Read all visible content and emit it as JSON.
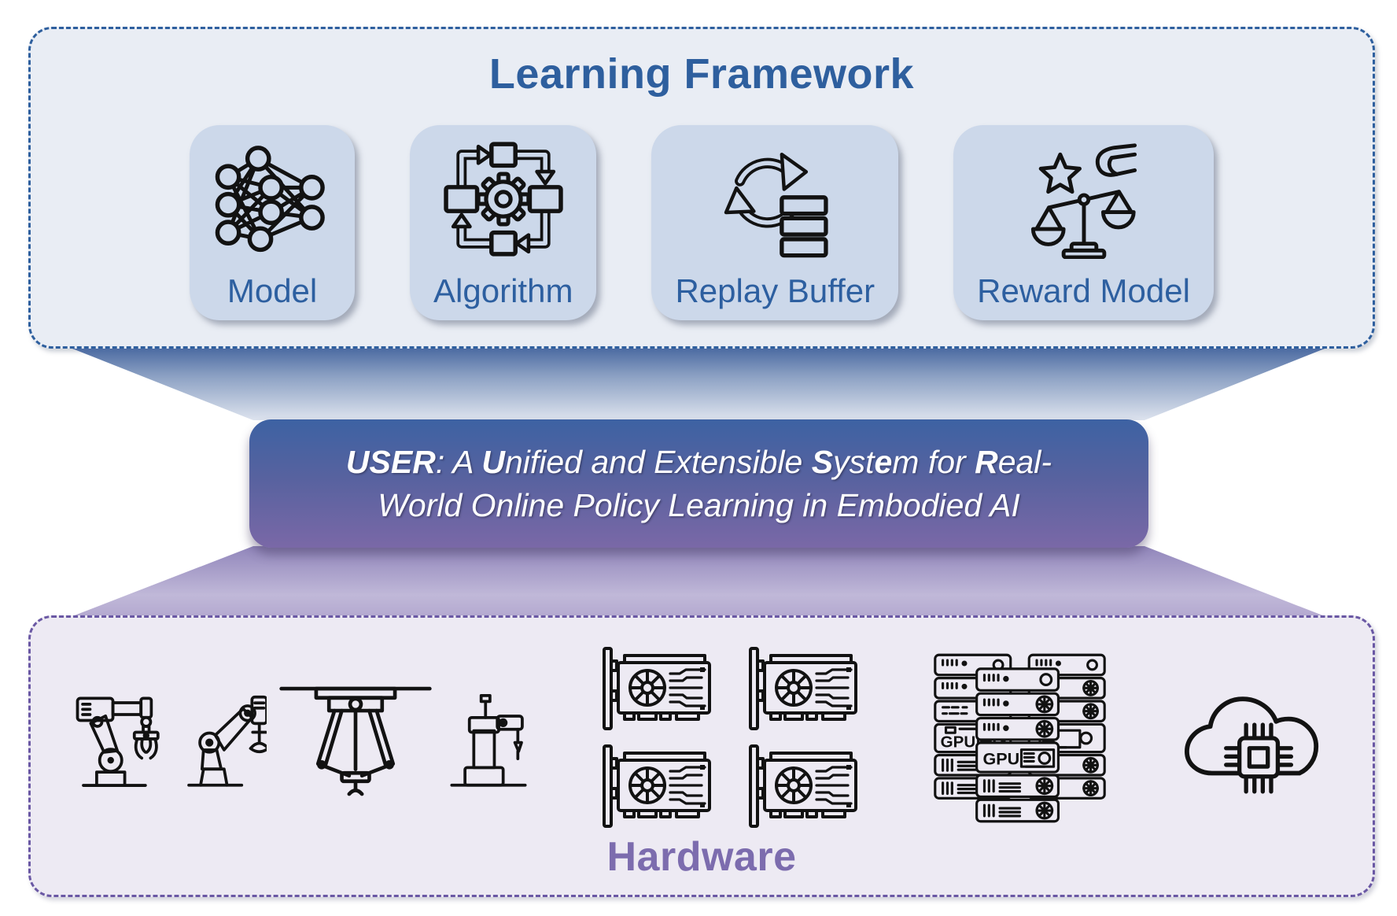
{
  "framework": {
    "title": "Learning Framework",
    "cards": [
      {
        "label": "Model",
        "icon": "neural-network-icon"
      },
      {
        "label": "Algorithm",
        "icon": "process-cycle-gear-icon"
      },
      {
        "label": "Replay Buffer",
        "icon": "cycle-arrows-database-icon"
      },
      {
        "label": "Reward Model",
        "icon": "hand-star-balance-icon"
      }
    ]
  },
  "banner": {
    "full_text": "USER: A Unified and Extensible System for Real-World Online Policy Learning in Embodied AI",
    "line1_segments": [
      {
        "t": "USER",
        "b": true
      },
      {
        "t": ": A ",
        "b": false
      },
      {
        "t": "U",
        "b": true
      },
      {
        "t": "nified and Extensible ",
        "b": false
      },
      {
        "t": "S",
        "b": true
      },
      {
        "t": "yst",
        "b": false
      },
      {
        "t": "e",
        "b": true
      },
      {
        "t": "m for ",
        "b": false
      },
      {
        "t": "R",
        "b": true
      },
      {
        "t": "eal-",
        "b": false
      }
    ],
    "line2_segments": [
      {
        "t": "World Online Policy Learning in Embodied AI",
        "b": false
      }
    ]
  },
  "hardware": {
    "title": "Hardware",
    "icons": [
      "robot-arm-gripper-icon",
      "robot-arm-suction-icon",
      "delta-robot-icon",
      "scara-robot-icon",
      "gpu-card-icon",
      "gpu-card-icon",
      "gpu-card-icon",
      "gpu-card-icon",
      "gpu-server-rack-icon",
      "cloud-chip-icon"
    ],
    "server_labels": [
      "GPU",
      "GPU"
    ]
  },
  "colors": {
    "framework_bg": "#e9edf4",
    "framework_border": "#2e5f9e",
    "framework_title": "#2e5f9e",
    "card_bg": "#ccd8ea",
    "card_label": "#2d5fa0",
    "banner_gradient_top": "#3d62a3",
    "banner_gradient_bottom": "#7a68a7",
    "banner_text": "#ffffff",
    "hardware_bg": "#edeaf3",
    "hardware_border": "#6a58a4",
    "hardware_title": "#7c6cae",
    "icon_stroke": "#121212"
  }
}
